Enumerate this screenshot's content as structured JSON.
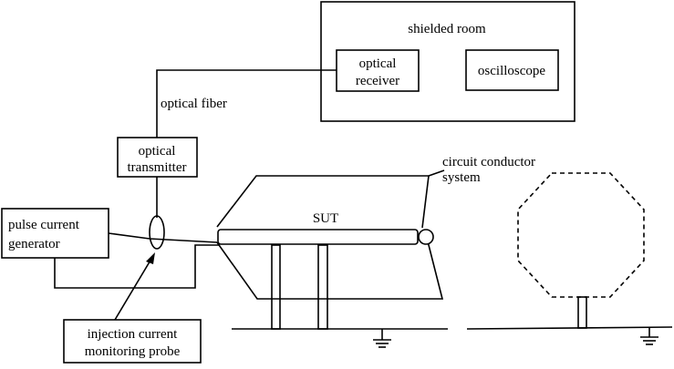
{
  "labels": {
    "shielded_room": "shielded room",
    "optical_receiver_line1": "optical",
    "optical_receiver_line2": "receiver",
    "oscilloscope": "oscilloscope",
    "optical_fiber": "optical fiber",
    "optical_transmitter_line1": "optical",
    "optical_transmitter_line2": "transmitter",
    "circuit_conductor_line1": "circuit conductor",
    "circuit_conductor_line2": "system",
    "sut": "SUT",
    "pulse_generator_line1": "pulse current",
    "pulse_generator_line2": "generator",
    "probe_line1": "injection current",
    "probe_line2": "monitoring probe"
  }
}
